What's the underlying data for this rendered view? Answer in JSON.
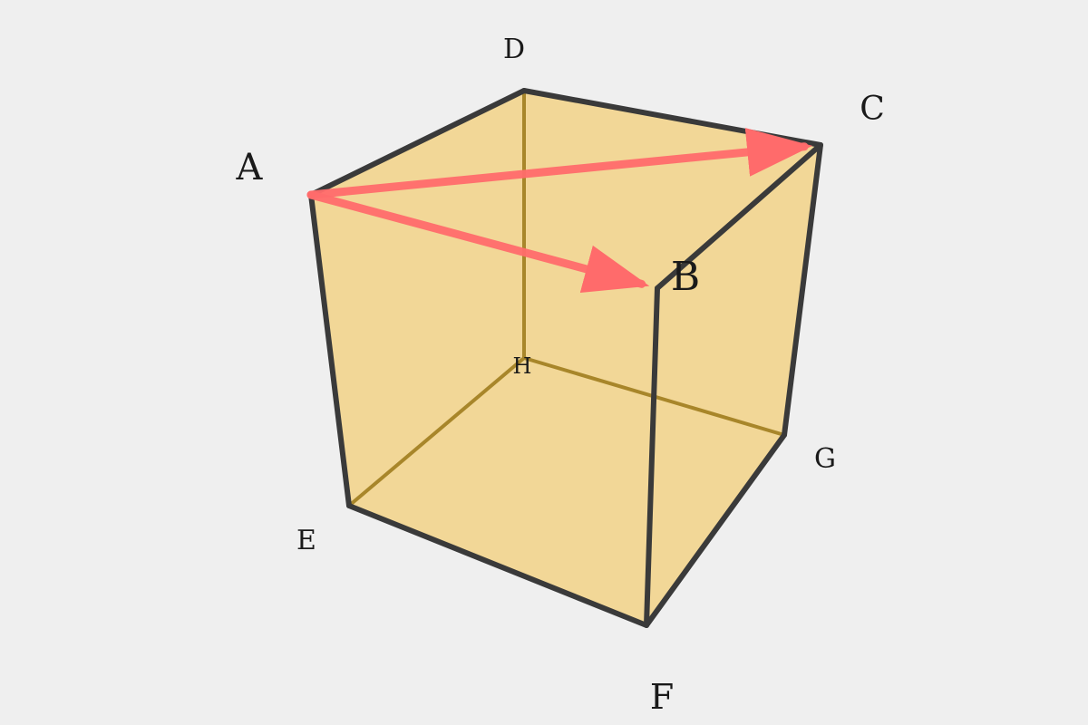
{
  "colors": {
    "background": "#efefef",
    "cube_fill": "#f5c862",
    "edge_front": "#3a3a3a",
    "edge_hidden": "#a8862a",
    "arrow": "#ff6b6b"
  },
  "vertices": [
    {
      "id": "A",
      "label": "A"
    },
    {
      "id": "B",
      "label": "B"
    },
    {
      "id": "C",
      "label": "C"
    },
    {
      "id": "D",
      "label": "D"
    },
    {
      "id": "E",
      "label": "E"
    },
    {
      "id": "F",
      "label": "F"
    },
    {
      "id": "G",
      "label": "G"
    },
    {
      "id": "H",
      "label": "H"
    }
  ],
  "vectors": [
    {
      "from": "A",
      "to": "B"
    },
    {
      "from": "A",
      "to": "C"
    }
  ]
}
